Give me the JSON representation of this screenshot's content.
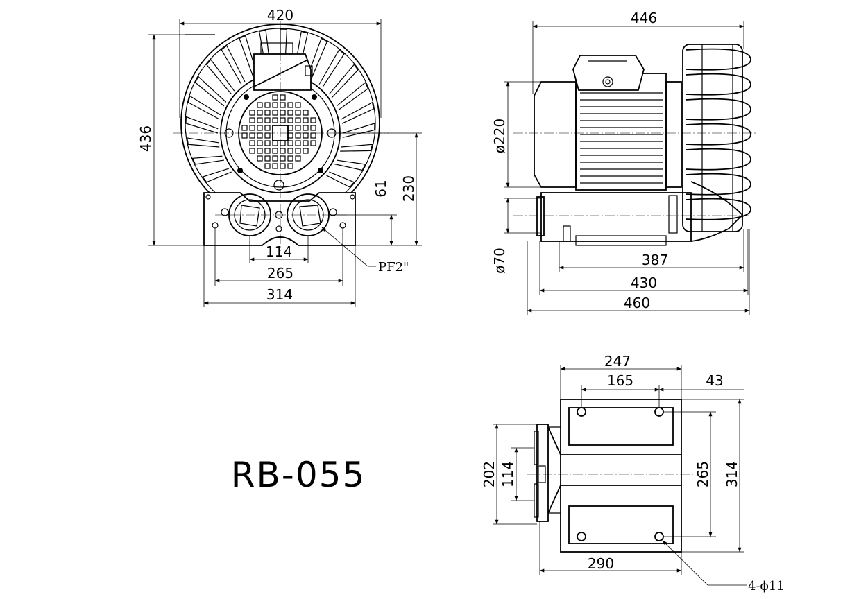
{
  "model": "RB-055",
  "front_view": {
    "width_420": "420",
    "height_436": "436",
    "height_230": "230",
    "height_61": "61",
    "spacing_114": "114",
    "spacing_265": "265",
    "width_314": "314",
    "port_label": "PF2\""
  },
  "side_view": {
    "length_446": "446",
    "motor_dia": "ø220",
    "port_dia": "ø70",
    "length_387": "387",
    "length_430": "430",
    "length_460": "460"
  },
  "bottom_view": {
    "width_247": "247",
    "spacing_165": "165",
    "offset_43": "43",
    "height_202": "202",
    "port_114": "114",
    "spacing_265": "265",
    "width_314": "314",
    "length_290": "290",
    "holes_label": "4-ϕ11"
  }
}
